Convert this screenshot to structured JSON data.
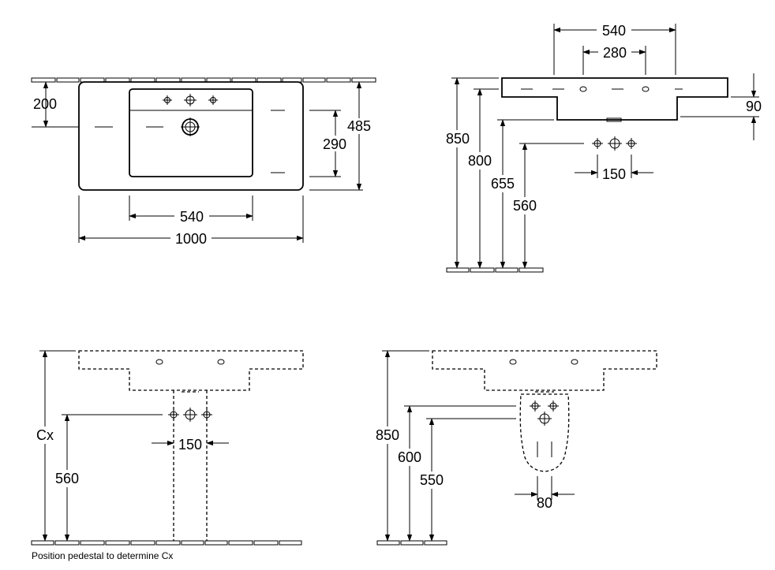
{
  "top_view": {
    "depth": "200",
    "bowl_depth": "290",
    "overall_depth": "485",
    "bowl_width": "540",
    "overall_width": "1000"
  },
  "side_view": {
    "counter_width": "540",
    "tap_spacing": "280",
    "thickness": "90",
    "height_top": "850",
    "height_overflow": "800",
    "height_waste": "655",
    "height_supply": "560",
    "supply_spacing": "150"
  },
  "pedestal_view": {
    "height": "Cx",
    "supply_height": "560",
    "supply_spacing": "150",
    "note": "Position pedestal to determine Cx"
  },
  "semi_pedestal_view": {
    "height_top": "850",
    "height_waste": "600",
    "height_supply": "550",
    "pedestal_width": "80"
  }
}
